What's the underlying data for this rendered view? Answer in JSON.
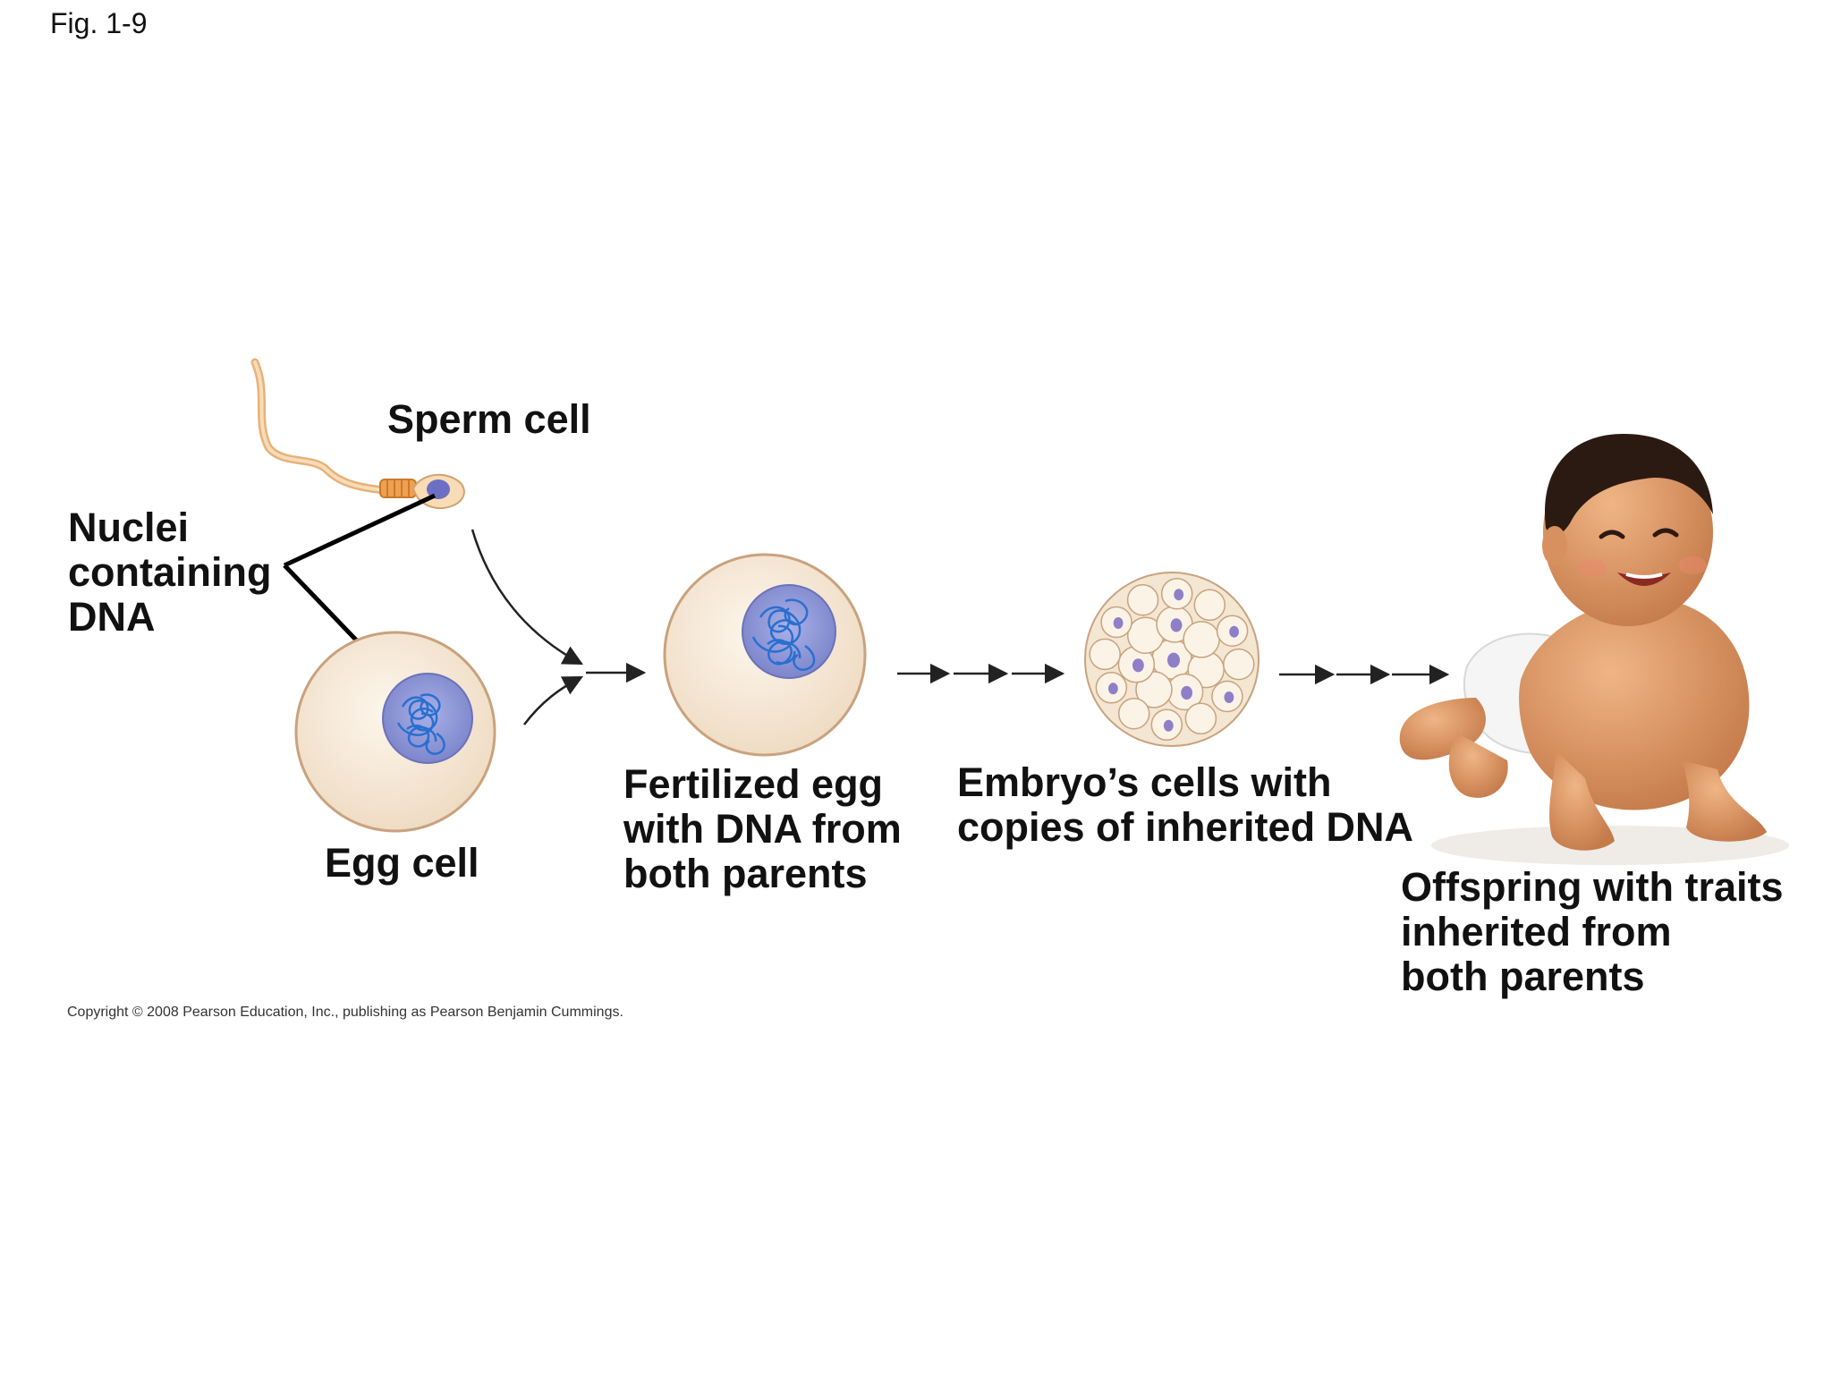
{
  "figure_label": "Fig. 1-9",
  "labels": {
    "sperm_cell": "Sperm cell",
    "nuclei": [
      "Nuclei",
      "containing",
      "DNA"
    ],
    "egg_cell": "Egg cell",
    "fertilized_egg": [
      "Fertilized egg",
      "with DNA from",
      "both parents"
    ],
    "embryo": [
      "Embryo’s cells with",
      "copies of inherited DNA"
    ],
    "offspring": [
      "Offspring with traits",
      "inherited from",
      "both parents"
    ]
  },
  "copyright": "Copyright © 2008 Pearson Education, Inc., publishing as Pearson Benjamin Cummings.",
  "colors": {
    "cell_fill": "#f6ead9",
    "cell_stroke": "#c9a27e",
    "nucleus_fill": "#8f98d6",
    "dna_stroke": "#2a6fd0",
    "sperm": "#f0c890",
    "skin": "#e0a070",
    "hair": "#2b1a12",
    "diaper": "#f4f4f4"
  }
}
